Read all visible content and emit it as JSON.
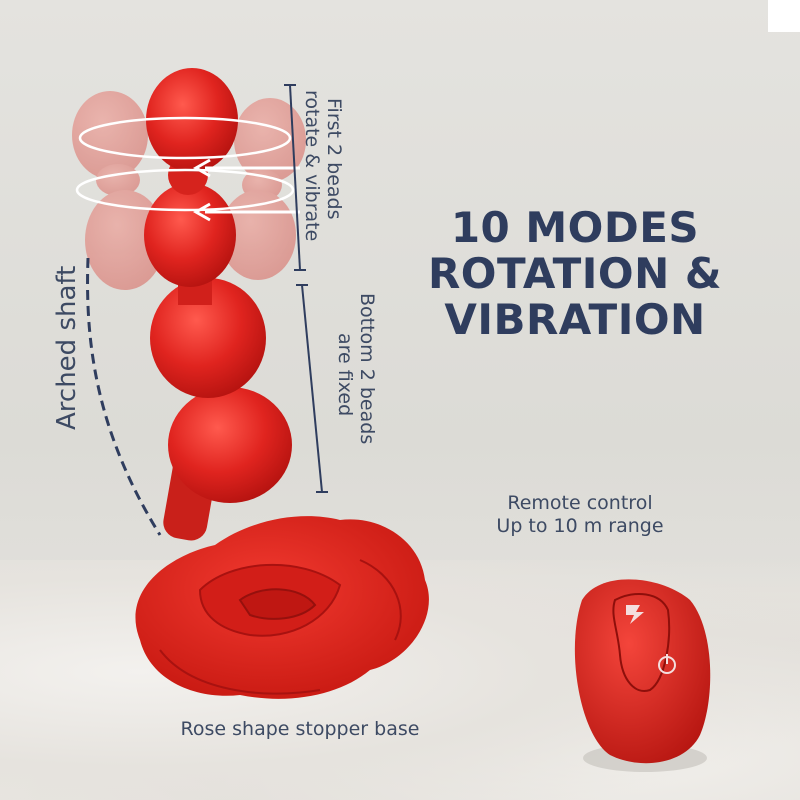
{
  "headline": {
    "line1": "10 MODES",
    "line2": "ROTATION &",
    "line3": "VIBRATION"
  },
  "annotations": {
    "arched_shaft": "Arched shaft",
    "top_beads_line1": "First 2 beads",
    "top_beads_line2": "rotate & vibrate",
    "bottom_beads_line1": "Bottom 2 beads",
    "bottom_beads_line2": "are fixed"
  },
  "remote": {
    "line1": "Remote control",
    "line2": "Up to 10 m range"
  },
  "base_label": "Rose shape stopper base",
  "colors": {
    "headline": "#2f3d5e",
    "text": "#3d4a63",
    "product_red": "#e02a26",
    "background": "#e2e1dc"
  }
}
